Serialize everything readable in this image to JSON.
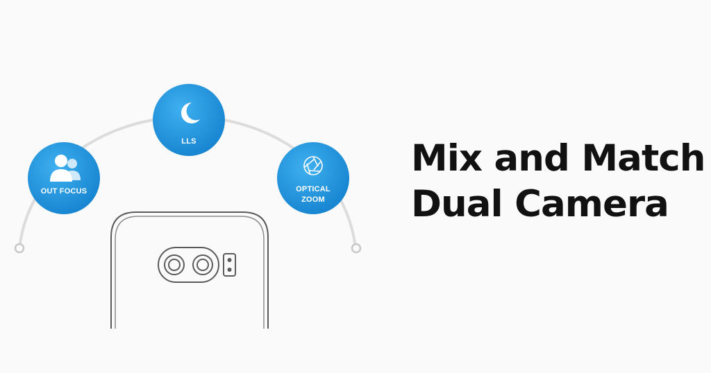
{
  "headline": {
    "line1": "Mix and Match",
    "line2": "Dual Camera"
  },
  "features": [
    {
      "label_lines": [
        "OUT FOCUS"
      ],
      "icon": "people-icon"
    },
    {
      "label_lines": [
        "LLS"
      ],
      "icon": "moon-icon"
    },
    {
      "label_lines": [
        "OPTICAL",
        "ZOOM"
      ],
      "icon": "aperture-icon"
    }
  ],
  "colors": {
    "background": "#fafafa",
    "circle_blue": "#1a8ad6",
    "arc_gray": "#dcdcdc",
    "outline_gray": "#5a5a5a",
    "text": "#111111"
  }
}
